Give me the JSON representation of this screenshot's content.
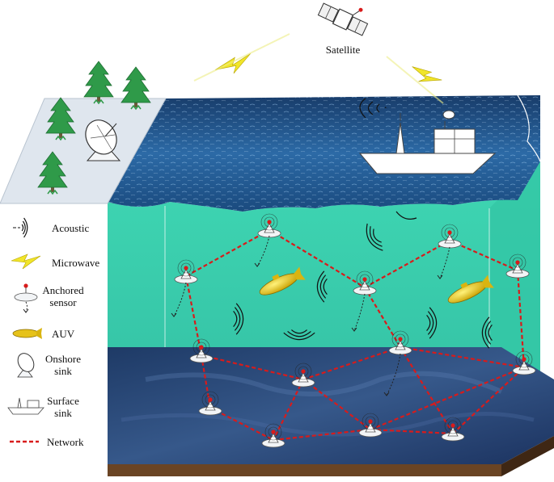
{
  "labels": {
    "satellite": "Satellite"
  },
  "legend": [
    {
      "key": "acoustic",
      "label": "Acoustic",
      "icon": "acoustic-wave-icon"
    },
    {
      "key": "microwave",
      "label": "Microwave",
      "icon": "lightning-icon"
    },
    {
      "key": "anchored",
      "label": [
        "Anchored",
        "sensor"
      ],
      "icon": "anchored-sensor-icon"
    },
    {
      "key": "auv",
      "label": "AUV",
      "icon": "auv-icon"
    },
    {
      "key": "onshore",
      "label": [
        "Onshore",
        "sink"
      ],
      "icon": "satellite-dish-icon"
    },
    {
      "key": "surface",
      "label": [
        "Surface",
        "sink"
      ],
      "icon": "ship-icon"
    },
    {
      "key": "network",
      "label": "Network",
      "icon": "dashed-line-icon"
    }
  ],
  "colors": {
    "water": "#3fd3b0",
    "sea_surface": "#1f4f86",
    "seabed": "#2a4a78",
    "network": "#d81b1b",
    "auv": "#e6c21a",
    "microwave": "#f1e52a",
    "tree": "#2f9a49",
    "land": "#dfe6ee"
  }
}
